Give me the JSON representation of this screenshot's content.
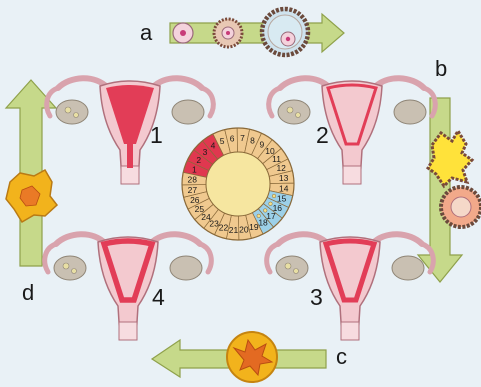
{
  "phase_labels": {
    "a": "a",
    "b": "b",
    "c": "c",
    "d": "d"
  },
  "stage_numbers": {
    "s1": "1",
    "s2": "2",
    "s3": "3",
    "s4": "4"
  },
  "cycle_days": [
    "1",
    "2",
    "3",
    "4",
    "5",
    "6",
    "7",
    "8",
    "9",
    "10",
    "11",
    "12",
    "13",
    "14",
    "15",
    "16",
    "17",
    "18",
    "19",
    "20",
    "21",
    "22",
    "23",
    "24",
    "25",
    "26",
    "27",
    "28"
  ],
  "day_phases": {
    "menstruation": [
      1,
      2,
      3,
      4
    ],
    "ovulation": [
      15,
      16,
      17,
      18
    ]
  },
  "colors": {
    "background": "#e9f1f6",
    "arrow_fill": "#c6d98a",
    "arrow_stroke": "#8fa14b",
    "dial_base": "#f0c98f",
    "dial_menstruation": "#e0384f",
    "dial_ovulation": "#9cd0e8",
    "dial_center": "#f6e6a0",
    "uterus_wall": "#f3c9cf",
    "endometrium": "#e23d57",
    "ovary": "#c9c0b2",
    "corpus_luteum": "#f2b31c",
    "corpus_albicans_fill": "#ffe23a",
    "follicle_outer": "#8b6a5a"
  },
  "icons": {
    "arrow_a": "arrow-right-icon",
    "arrow_b": "arrow-down-icon",
    "arrow_c": "arrow-left-icon",
    "arrow_d": "arrow-up-icon"
  }
}
